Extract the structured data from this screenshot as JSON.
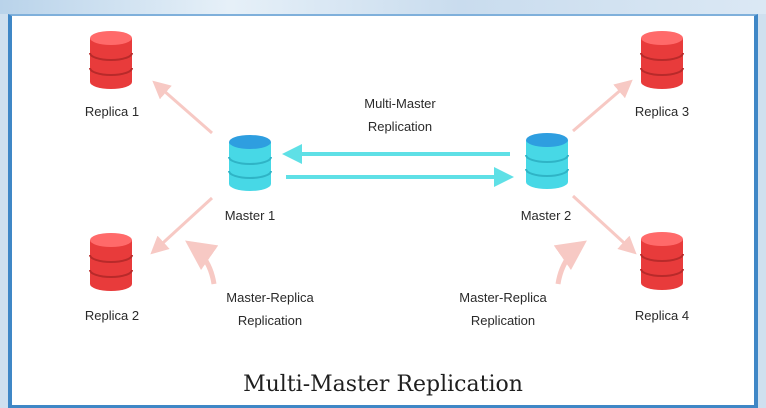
{
  "nodes": {
    "replica1": {
      "label": "Replica 1",
      "color": "#ef3f3f"
    },
    "replica2": {
      "label": "Replica 2",
      "color": "#ef3f3f"
    },
    "replica3": {
      "label": "Replica 3",
      "color": "#ef3f3f"
    },
    "replica4": {
      "label": "Replica 4",
      "color": "#ef3f3f"
    },
    "master1": {
      "label": "Master 1",
      "color": "#3ad0e0"
    },
    "master2": {
      "label": "Master 2",
      "color": "#3ad0e0"
    }
  },
  "labels": {
    "multi_master": [
      "Multi-Master",
      "Replication"
    ],
    "master_replica_left": [
      "Master-Replica",
      "Replication"
    ],
    "master_replica_right": [
      "Master-Replica",
      "Replication"
    ]
  },
  "title": "Multi-Master Replication",
  "colors": {
    "replica_arrow": "#f7c9c4",
    "master_arrow": "#5fe0e6",
    "frame": "#3f87c6"
  }
}
